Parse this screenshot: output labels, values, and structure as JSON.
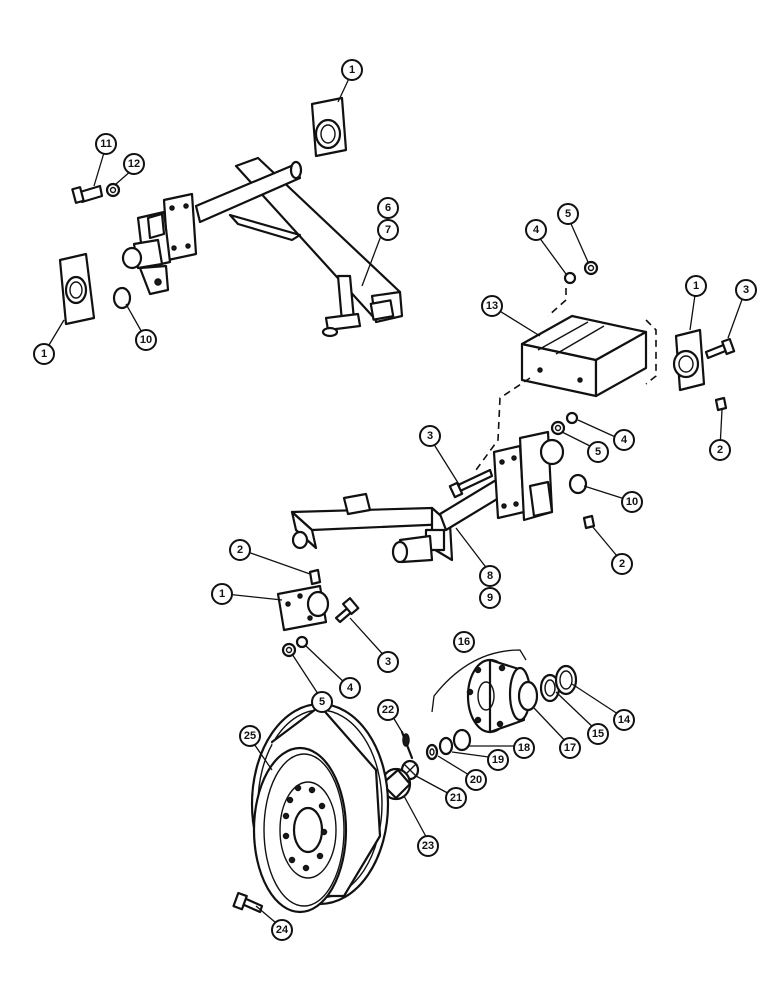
{
  "callouts": [
    {
      "id": "c1a",
      "label": "1"
    },
    {
      "id": "c11",
      "label": "11"
    },
    {
      "id": "c12",
      "label": "12"
    },
    {
      "id": "c6",
      "label": "6"
    },
    {
      "id": "c7",
      "label": "7"
    },
    {
      "id": "c1b",
      "label": "1"
    },
    {
      "id": "c10a",
      "label": "10"
    },
    {
      "id": "c4a",
      "label": "4"
    },
    {
      "id": "c5a",
      "label": "5"
    },
    {
      "id": "c13",
      "label": "13"
    },
    {
      "id": "c1c",
      "label": "1"
    },
    {
      "id": "c3a",
      "label": "3"
    },
    {
      "id": "c2a",
      "label": "2"
    },
    {
      "id": "c4b",
      "label": "4"
    },
    {
      "id": "c5b",
      "label": "5"
    },
    {
      "id": "c3b",
      "label": "3"
    },
    {
      "id": "c10b",
      "label": "10"
    },
    {
      "id": "c2b",
      "label": "2"
    },
    {
      "id": "c8",
      "label": "8"
    },
    {
      "id": "c9",
      "label": "9"
    },
    {
      "id": "c2c",
      "label": "2"
    },
    {
      "id": "c1d",
      "label": "1"
    },
    {
      "id": "c3c",
      "label": "3"
    },
    {
      "id": "c4c",
      "label": "4"
    },
    {
      "id": "c5c",
      "label": "5"
    },
    {
      "id": "c16",
      "label": "16"
    },
    {
      "id": "c14",
      "label": "14"
    },
    {
      "id": "c15",
      "label": "15"
    },
    {
      "id": "c17",
      "label": "17"
    },
    {
      "id": "c18",
      "label": "18"
    },
    {
      "id": "c19",
      "label": "19"
    },
    {
      "id": "c20",
      "label": "20"
    },
    {
      "id": "c21",
      "label": "21"
    },
    {
      "id": "c22",
      "label": "22"
    },
    {
      "id": "c23",
      "label": "23"
    },
    {
      "id": "c25",
      "label": "25"
    },
    {
      "id": "c24",
      "label": "24"
    }
  ]
}
